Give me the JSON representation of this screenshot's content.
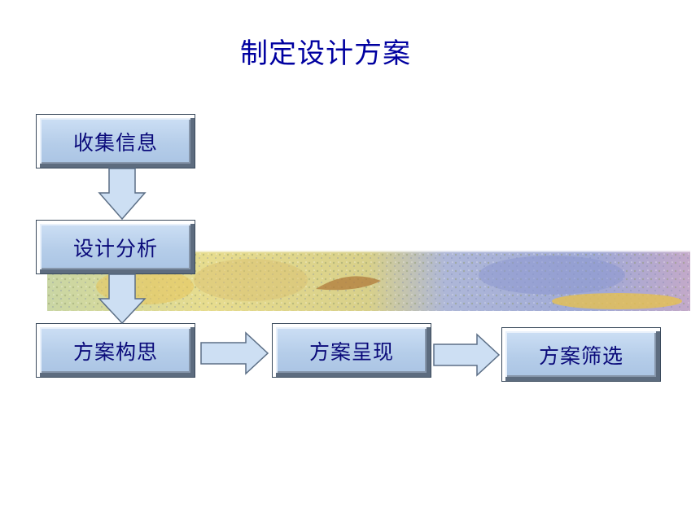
{
  "slide": {
    "title": "制定设计方案"
  },
  "steps": [
    {
      "id": "collect",
      "label": "收集信息"
    },
    {
      "id": "analyze",
      "label": "设计分析"
    },
    {
      "id": "concept",
      "label": "方案构思"
    },
    {
      "id": "present",
      "label": "方案呈现"
    },
    {
      "id": "filter",
      "label": "方案筛选"
    }
  ],
  "colors": {
    "title": "#0000a0",
    "box_fill": "#b5cde9",
    "box_text": "#0a0a7a",
    "arrow_fill": "#cddff3",
    "arrow_stroke": "#5c6f86"
  }
}
